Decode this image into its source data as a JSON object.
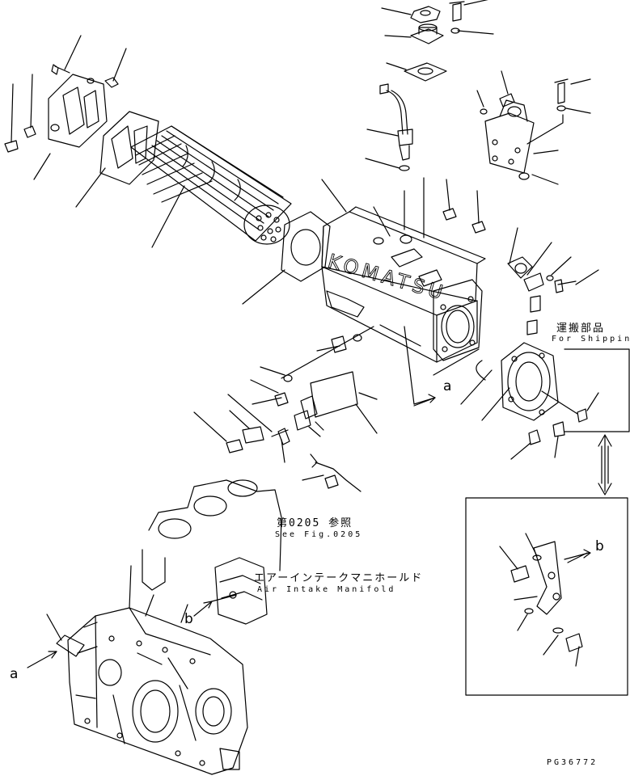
{
  "diagram": {
    "part_code": "PG36772",
    "labels": {
      "shipping_jp": "運搬部品",
      "shipping_en": "For Shipping",
      "fig_ref_jp": "第0205 参照",
      "fig_ref_en": "See Fig.0205",
      "manifold_jp": "エアーインテークマニホールド",
      "manifold_en": "Air Intake Manifold",
      "ref_a": "a",
      "ref_b": "b",
      "brand": "KOMATSU"
    }
  }
}
